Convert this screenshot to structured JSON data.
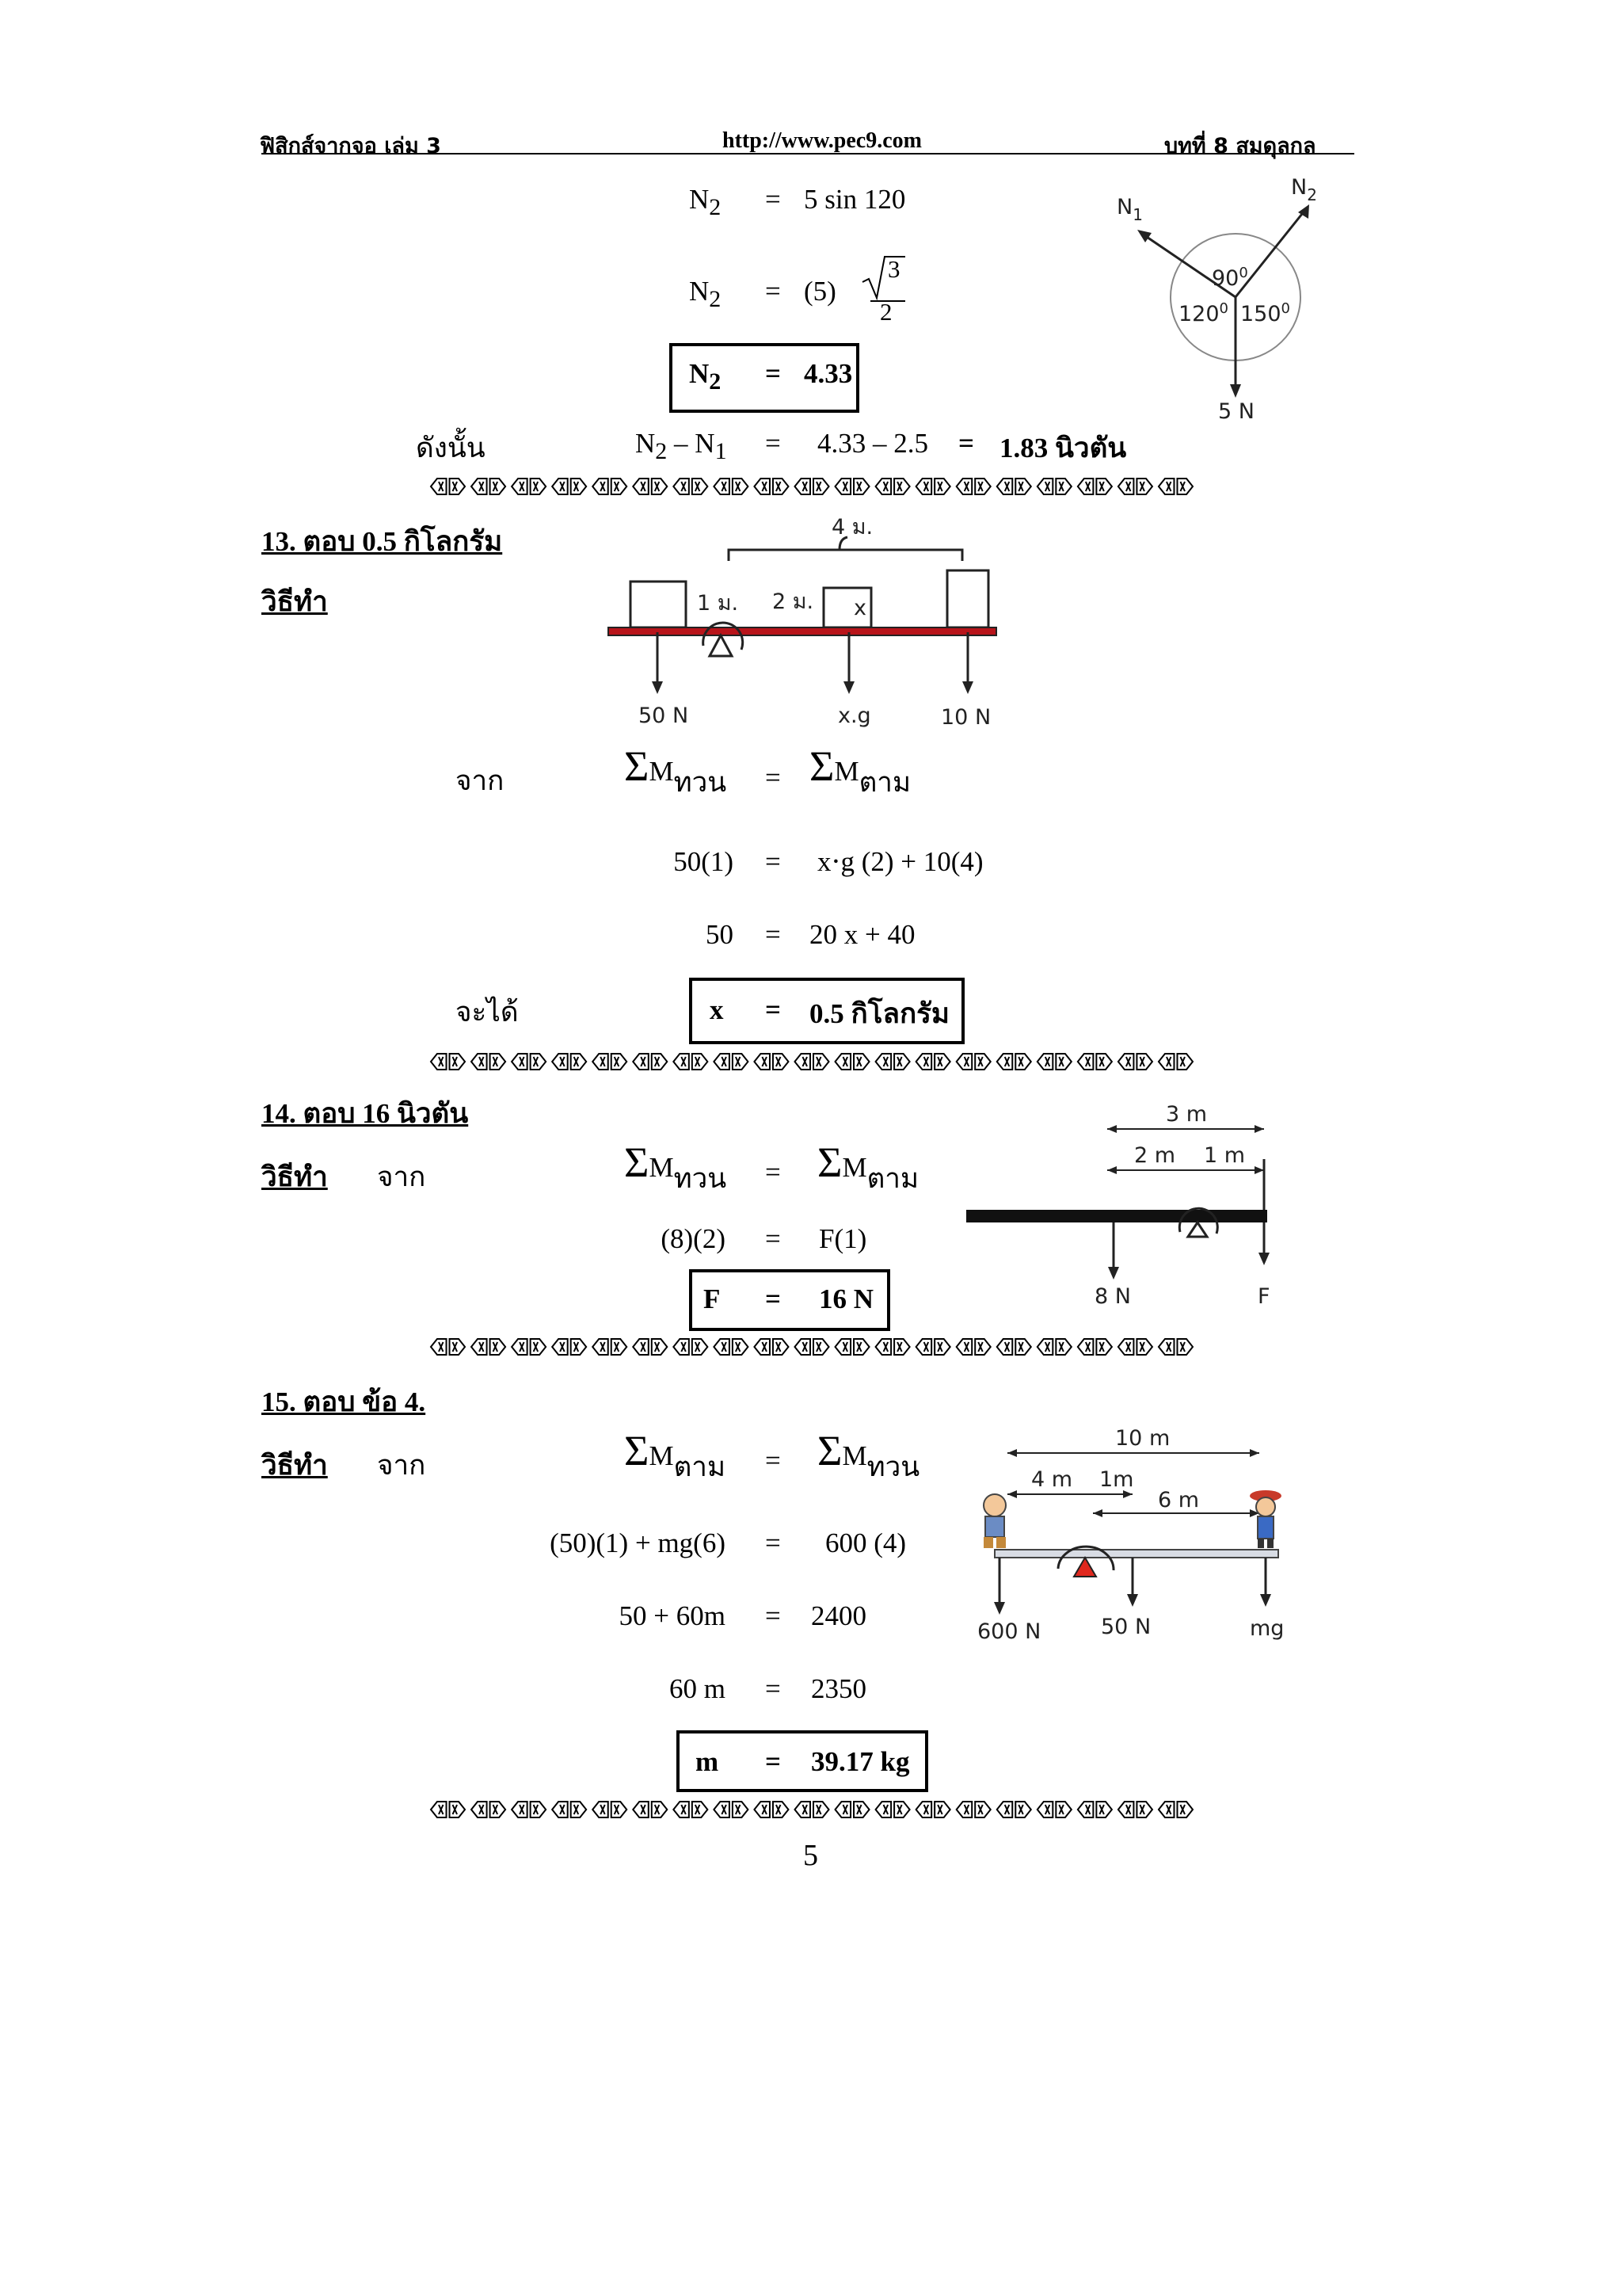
{
  "header": {
    "left": "ฟิสิกส์จากจอ เล่ม 3",
    "center": "http://www.pec9.com",
    "right": "บทที่  8  สมดุลกล"
  },
  "block12": {
    "n2": "N",
    "n2_sub": "2",
    "eq": "=",
    "line1_rhs": "5  sin 120",
    "line2_rhs_pre": "(5)",
    "sqrt_num": "3",
    "sqrt_den": "2",
    "boxed_rhs": "4.33",
    "therefore": "ดังนั้น",
    "diff_lhs_n1": "– N",
    "n1_sub": "1",
    "diff_rhs": "4.33 – 2.5",
    "diff_result": "1.83  นิวตัน",
    "diagram": {
      "n1": "N",
      "n1_sub": "1",
      "n2": "N",
      "n2_sub": "2",
      "a90": "90",
      "a120": "120",
      "a150": "150",
      "deg": "0",
      "five_n": "5 N"
    }
  },
  "q13": {
    "title": "13.  ตอบ  0.5  กิโลกรัม",
    "method": "วิธีทำ",
    "from": "จาก",
    "lhs_sub": "ทวน",
    "rhs_sub": "ตาม",
    "M": "M",
    "l2_lhs": "50(1)",
    "l2_rhs": "x⋅g (2) + 10(4)",
    "l3_lhs": "50",
    "l3_rhs": "20 x + 40",
    "result_label": "จะได้",
    "box_lhs": "x",
    "box_rhs": "0.5 กิโลกรัม",
    "diagram": {
      "len4": "4 ม.",
      "len1": "1 ม.",
      "len2": "2 ม.",
      "x": "x",
      "f50": "50 N",
      "fxg": "x.g",
      "f10": "10 N"
    }
  },
  "q14": {
    "title": "14.  ตอบ  16  นิวตัน",
    "method": "วิธีทำ",
    "from": "จาก",
    "lhs_sub": "ทวน",
    "rhs_sub": "ตาม",
    "M": "M",
    "l2_lhs": "(8)(2)",
    "l2_rhs": "F(1)",
    "box_lhs": "F",
    "box_rhs": "16 N",
    "diagram": {
      "len3": "3 m",
      "len2": "2 m",
      "len1": "1 m",
      "f8": "8 N",
      "fF": "F"
    }
  },
  "q15": {
    "title": "15.  ตอบ  ข้อ 4.",
    "method": "วิธีทำ",
    "from": "จาก",
    "lhs_sub": "ตาม",
    "rhs_sub": "ทวน",
    "M": "M",
    "l2_lhs": "(50)(1) + mg(6)",
    "l2_rhs": "600 (4)",
    "l3_lhs": "50 + 60m",
    "l3_rhs": "2400",
    "l4_lhs": "60 m",
    "l4_rhs": "2350",
    "box_lhs": "m",
    "box_rhs": "39.17 kg",
    "diagram": {
      "len10": "10 m",
      "len4": "4 m",
      "len1": "1m",
      "len6": "6 m",
      "f600": "600 N",
      "f50": "50 N",
      "fmg": "mg"
    }
  },
  "page_number": "5",
  "eqsign": "="
}
